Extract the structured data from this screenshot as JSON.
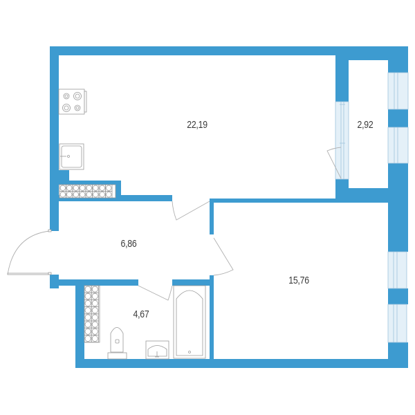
{
  "plan": {
    "wall_color": "#3d9bd0",
    "window_color": "#e4f0f8",
    "rooms": [
      {
        "id": "kitchen-living",
        "area": "22,19"
      },
      {
        "id": "balcony",
        "area": "2,92"
      },
      {
        "id": "hallway",
        "area": "6,86"
      },
      {
        "id": "bedroom",
        "area": "15,76"
      },
      {
        "id": "bathroom",
        "area": "4,67"
      }
    ]
  }
}
